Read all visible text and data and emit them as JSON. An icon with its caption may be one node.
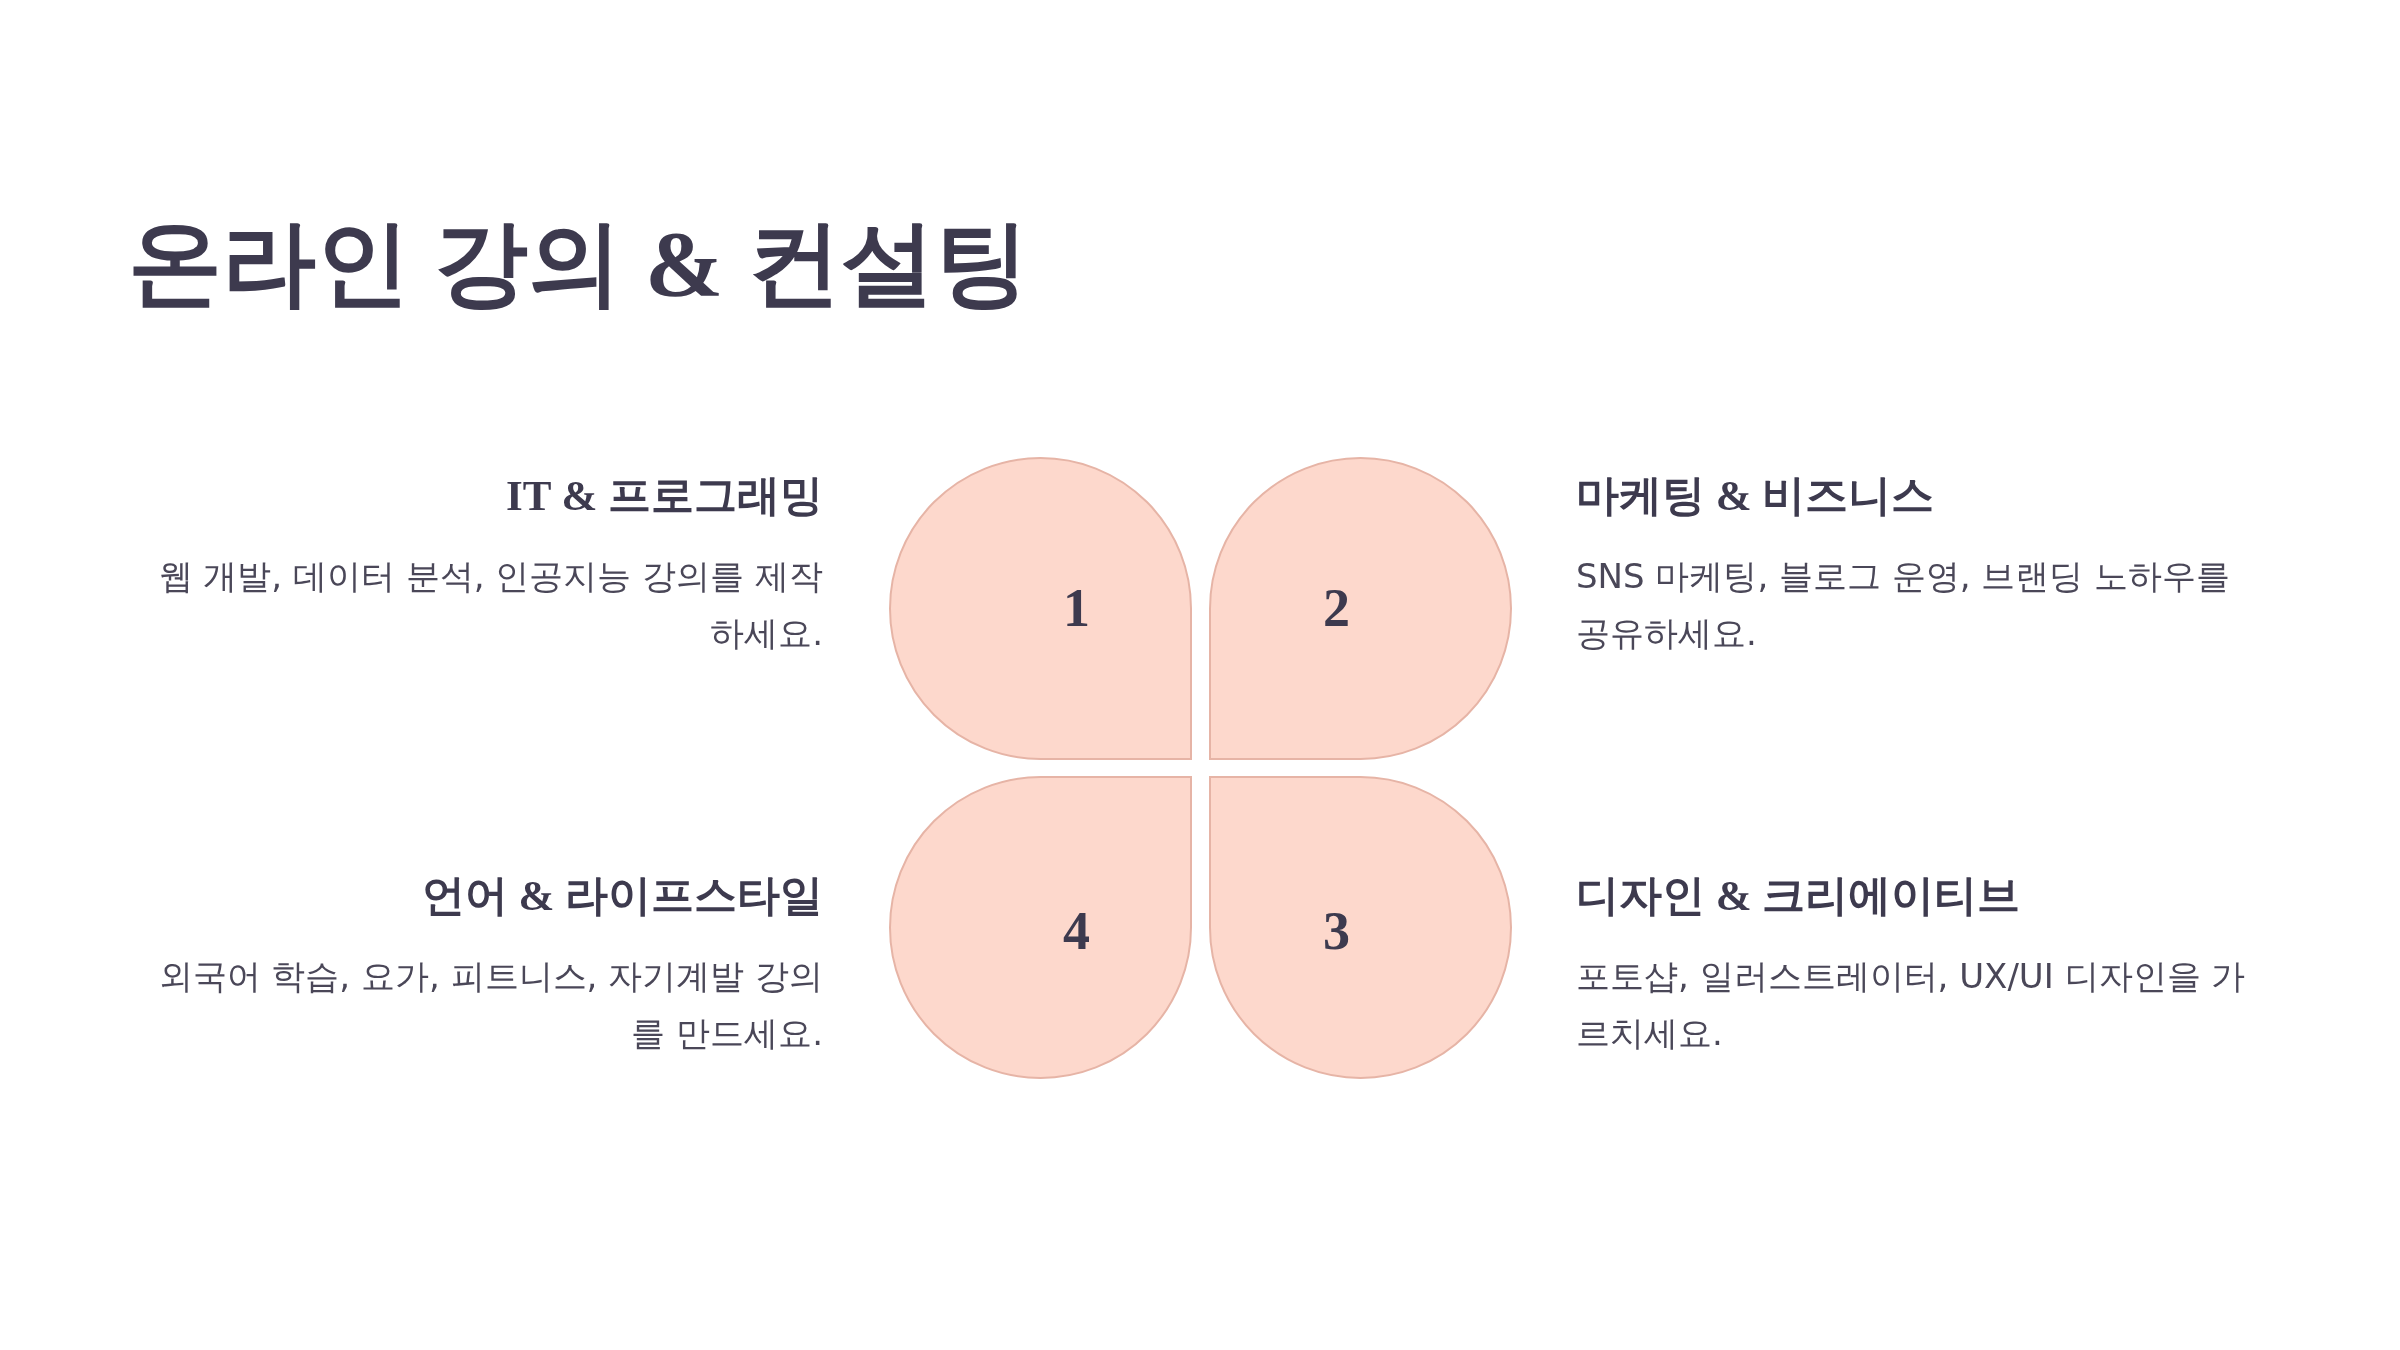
{
  "diagram": {
    "title": "온라인 강의 & 컨설팅",
    "nodes": [
      {
        "text": [
          "1"
        ],
        "beside": [
          "IT & 프로그래밍",
          "웹 개발, 데이터 분석, 인공지능 강의를 제작하세요."
        ]
      },
      {
        "text": [
          "2"
        ],
        "beside": [
          "마케팅 & 비즈니스",
          "SNS 마케팅, 블로그 운영, 브랜딩 노하우를 공유하세요."
        ]
      },
      {
        "text": [
          "4"
        ],
        "beside": [
          "언어 & 라이프스타일",
          "외국어 학습, 요가, 피트니스, 자기계발 강의를 만드세요."
        ]
      },
      {
        "text": [
          "3"
        ],
        "beside": [
          "디자인 & 크리에이티브",
          "포토샵, 일러스트레이터, UX/UI 디자인을 가르치세요."
        ]
      }
    ],
    "edges": []
  }
}
